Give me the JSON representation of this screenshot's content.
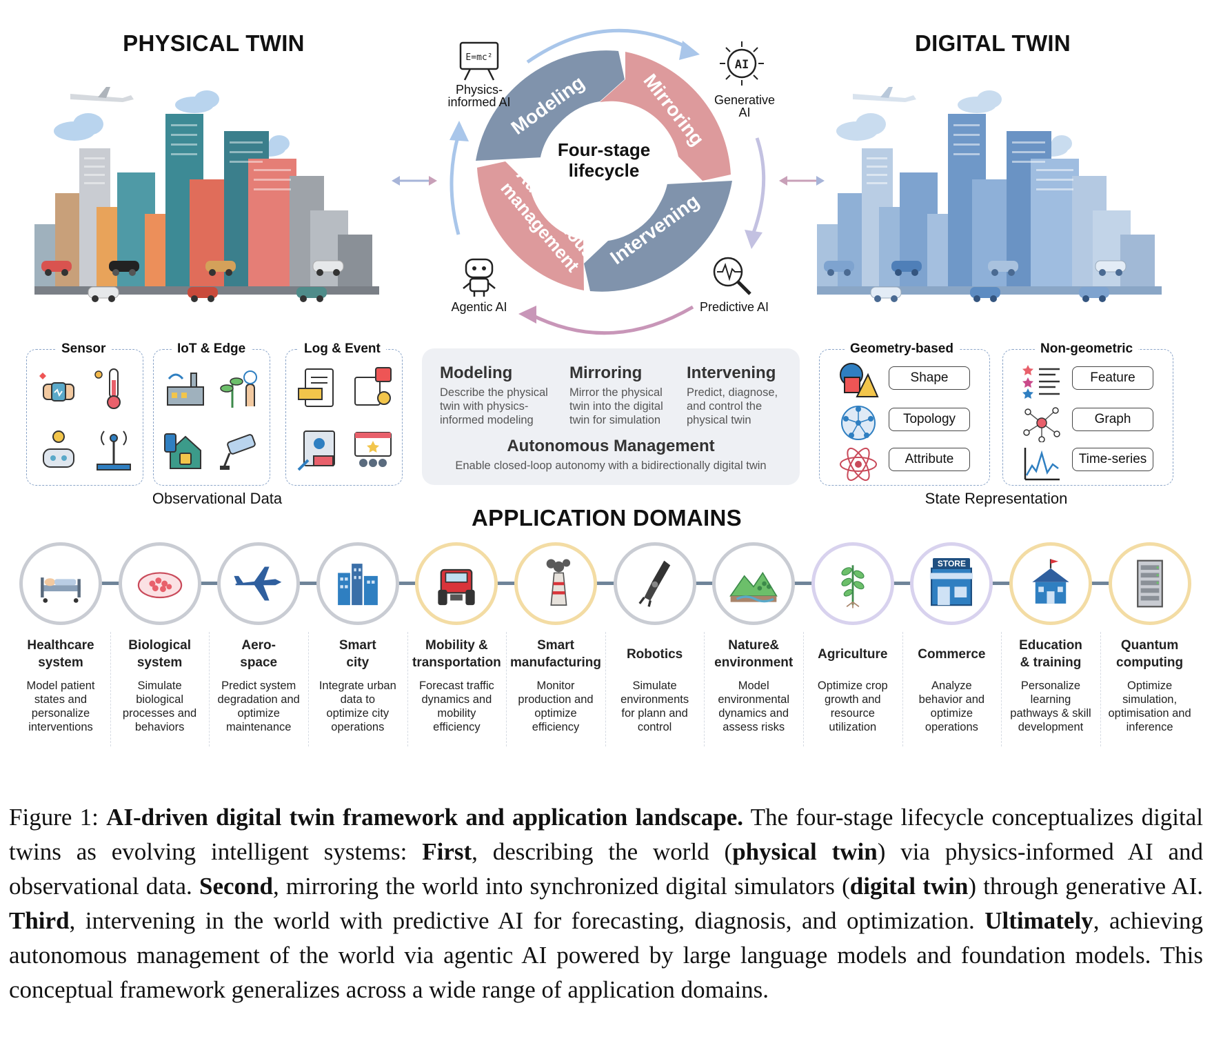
{
  "physical_twin": {
    "title": "PHYSICAL TWIN",
    "boxes": [
      {
        "title": "Sensor",
        "icons": [
          "wearable-health-icon",
          "thermometer-icon",
          "smart-meter-icon",
          "antenna-icon"
        ]
      },
      {
        "title": "IoT & Edge",
        "icons": [
          "smart-factory-icon",
          "smart-plant-icon",
          "smart-home-icon",
          "camera-icon"
        ]
      },
      {
        "title": "Log & Event",
        "icons": [
          "log-file-icon",
          "alert-doc-icon",
          "export-icon",
          "event-calendar-icon"
        ]
      }
    ],
    "footer": "Observational Data"
  },
  "digital_twin": {
    "title": "DIGITAL TWIN",
    "groups": [
      {
        "title": "Geometry-based",
        "items": [
          "Shape",
          "Topology",
          "Attribute"
        ]
      },
      {
        "title": "Non-geometric",
        "items": [
          "Feature",
          "Graph",
          "Time-series"
        ]
      }
    ],
    "footer": "State Representation"
  },
  "lifecycle": {
    "center": "Four-stage\nlifecycle",
    "segments": [
      "Modeling",
      "Mirroring",
      "Intervening",
      "Autonomous\nmanagement"
    ],
    "ai_labels": {
      "physics": "Physics-\ninformed AI",
      "generative": "Generative\nAI",
      "predictive": "Predictive AI",
      "agentic": "Agentic AI"
    },
    "formula": "E=mc²",
    "ai_badge": "AI"
  },
  "stages": [
    {
      "title": "Modeling",
      "desc": "Describe the physical\ntwin with physics-\ninformed modeling"
    },
    {
      "title": "Mirroring",
      "desc": "Mirror the physical\ntwin into the digital\ntwin for simulation"
    },
    {
      "title": "Intervening",
      "desc": "Predict, diagnose,\nand control the\nphysical twin"
    }
  ],
  "autonomous": {
    "title": "Autonomous Management",
    "desc": "Enable closed-loop autonomy with a bidirectionally digital twin"
  },
  "applications": {
    "title": "APPLICATION DOMAINS",
    "domains": [
      {
        "title": "Healthcare\nsystem",
        "desc": "Model patient\nstates and\npersonalize\ninterventions",
        "icon": "hospital-bed-icon",
        "color": "#c9ccd3"
      },
      {
        "title": "Biological\nsystem",
        "desc": "Simulate\nbiological\nprocesses and\nbehaviors",
        "icon": "petri-dish-icon",
        "color": "#c9ccd3"
      },
      {
        "title": "Aero-\nspace",
        "desc": "Predict system\ndegradation and\noptimize\nmaintenance",
        "icon": "airplane-icon",
        "color": "#c9ccd3"
      },
      {
        "title": "Smart\ncity",
        "desc": "Integrate urban\ndata to\noptimize city\noperations",
        "icon": "city-icon",
        "color": "#c9ccd3"
      },
      {
        "title": "Mobility &\ntransportation",
        "desc": "Forecast traffic\ndynamics and\nmobility\nefficiency",
        "icon": "tractor-icon",
        "color": "#f3dca4"
      },
      {
        "title": "Smart\nmanufacturing",
        "desc": "Monitor\nproduction and\noptimize\nefficiency",
        "icon": "factory-chimney-icon",
        "color": "#f3dca4"
      },
      {
        "title": "Robotics",
        "desc": "Simulate\nenvironments\nfor plann and\ncontrol",
        "icon": "robot-arm-icon",
        "color": "#c9ccd3"
      },
      {
        "title": "Nature&\nenvironment",
        "desc": "Model\nenvironmental\ndynamics and\nassess risks",
        "icon": "landscape-icon",
        "color": "#c9ccd3"
      },
      {
        "title": "Agriculture",
        "desc": "Optimize crop\ngrowth and\nresource\nutilization",
        "icon": "plant-icon",
        "color": "#d8d2ee"
      },
      {
        "title": "Commerce",
        "desc": "Analyze\nbehavior and\noptimize\noperations",
        "icon": "store-icon",
        "color": "#d8d2ee",
        "badge": "STORE"
      },
      {
        "title": "Education\n& training",
        "desc": "Personalize\nlearning\npathways & skill\ndevelopment",
        "icon": "school-icon",
        "color": "#f3dca4"
      },
      {
        "title": "Quantum\ncomputing",
        "desc": "Optimize\nsimulation,\noptimisation and\ninference",
        "icon": "server-rack-icon",
        "color": "#f3dca4"
      }
    ]
  },
  "caption": {
    "label": "Figure 1:",
    "bold_title": "AI-driven digital twin framework and application landscape.",
    "t1": " The four-stage lifecycle conceptualizes digital twins as evolving intelligent systems: ",
    "b1": "First",
    "t2": ", describing the world (",
    "b2": "physical twin",
    "t3": ") via physics-informed AI and observational data. ",
    "b3": "Second",
    "t4": ", mirroring the world into synchronized digital simulators (",
    "b4": "digital twin",
    "t5": ") through generative AI. ",
    "b5": "Third",
    "t6": ", intervening in the world with predictive AI for forecasting, diagnosis, and optimization. ",
    "b6": "Ultimately",
    "t7": ", achieving autonomous management of the world via agentic AI powered by large language models and foundation models. This conceptual framework generalizes across a wide range of application domains."
  }
}
